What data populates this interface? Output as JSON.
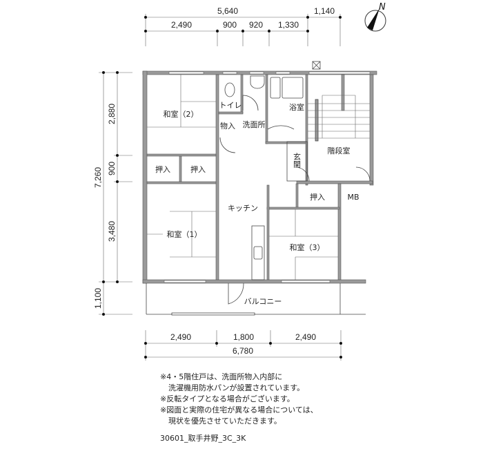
{
  "dimensions": {
    "top_total": "5,640",
    "top_right": "1,140",
    "top_segments": [
      "2,490",
      "900",
      "920",
      "1,330"
    ],
    "left_total": "7,260",
    "left_segments": [
      "2,880",
      "900",
      "3,480"
    ],
    "left_balcony": "1,100",
    "bottom_segments": [
      "2,490",
      "1,800",
      "2,490"
    ],
    "bottom_total": "6,780"
  },
  "compass": {
    "label": "N"
  },
  "rooms": {
    "washitsu2": "和室（2）",
    "washitsu1": "和室（1）",
    "washitsu3": "和室（3）",
    "oshiire_a": "押入",
    "oshiire_b": "押入",
    "oshiire_c": "押入",
    "toilet": "トイレ",
    "storage": "物入",
    "washroom": "洗面所",
    "bath": "浴室",
    "staircase": "階段室",
    "entrance": "玄関",
    "mb": "MB",
    "kitchen": "キッチン",
    "balcony": "バルコニー"
  },
  "notes": [
    "※4・5階住戸は、洗面所物入内部に",
    "洗濯機用防水パンが設置されています。",
    "※反転タイプとなる場合がございます。",
    "※図面と実際の住宅が異なる場合については、",
    "現状を優先させていただきます。"
  ],
  "plan_code": "30601_取手井野_3C_3K"
}
